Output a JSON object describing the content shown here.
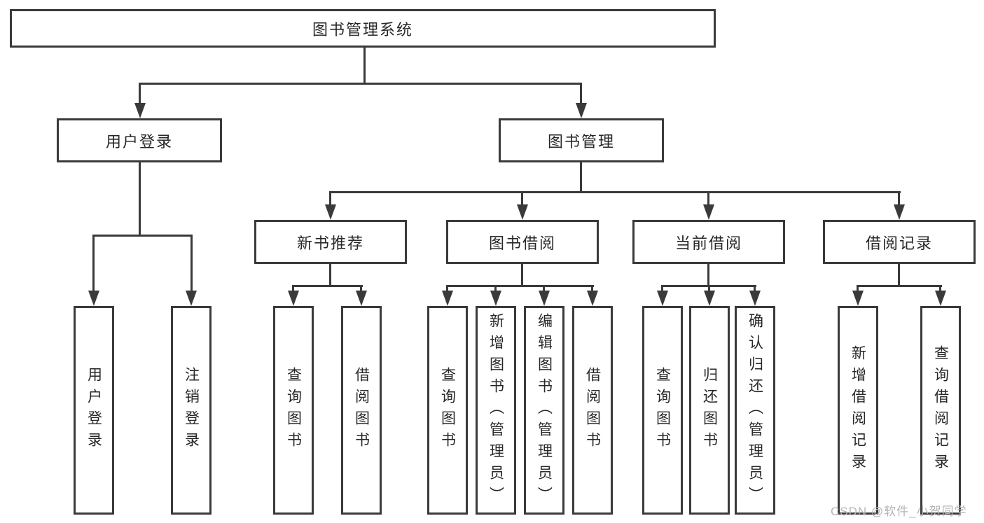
{
  "tree": {
    "label": "图书管理系统",
    "children": [
      {
        "label": "用户登录",
        "children": [
          {
            "label": "用户登录"
          },
          {
            "label": "注销登录"
          }
        ]
      },
      {
        "label": "图书管理",
        "children": [
          {
            "label": "新书推荐",
            "children": [
              {
                "label": "查询图书"
              },
              {
                "label": "借阅图书"
              }
            ]
          },
          {
            "label": "图书借阅",
            "children": [
              {
                "label": "查询图书"
              },
              {
                "label": "新增图书（管理员）"
              },
              {
                "label": "编辑图书（管理员）"
              },
              {
                "label": "借阅图书"
              }
            ]
          },
          {
            "label": "当前借阅",
            "children": [
              {
                "label": "查询图书"
              },
              {
                "label": "归还图书"
              },
              {
                "label": "确认归还（管理员）"
              }
            ]
          },
          {
            "label": "借阅记录",
            "children": [
              {
                "label": "新增借阅记录"
              },
              {
                "label": "查询借阅记录"
              }
            ]
          }
        ]
      }
    ]
  },
  "watermark": "CSDN @软件_小贺同学",
  "colors": {
    "line": "#3a3a3a",
    "box_border": "#3a3a3a",
    "text": "#272727",
    "watermark": "#b5b5b5",
    "background": "#ffffff"
  }
}
